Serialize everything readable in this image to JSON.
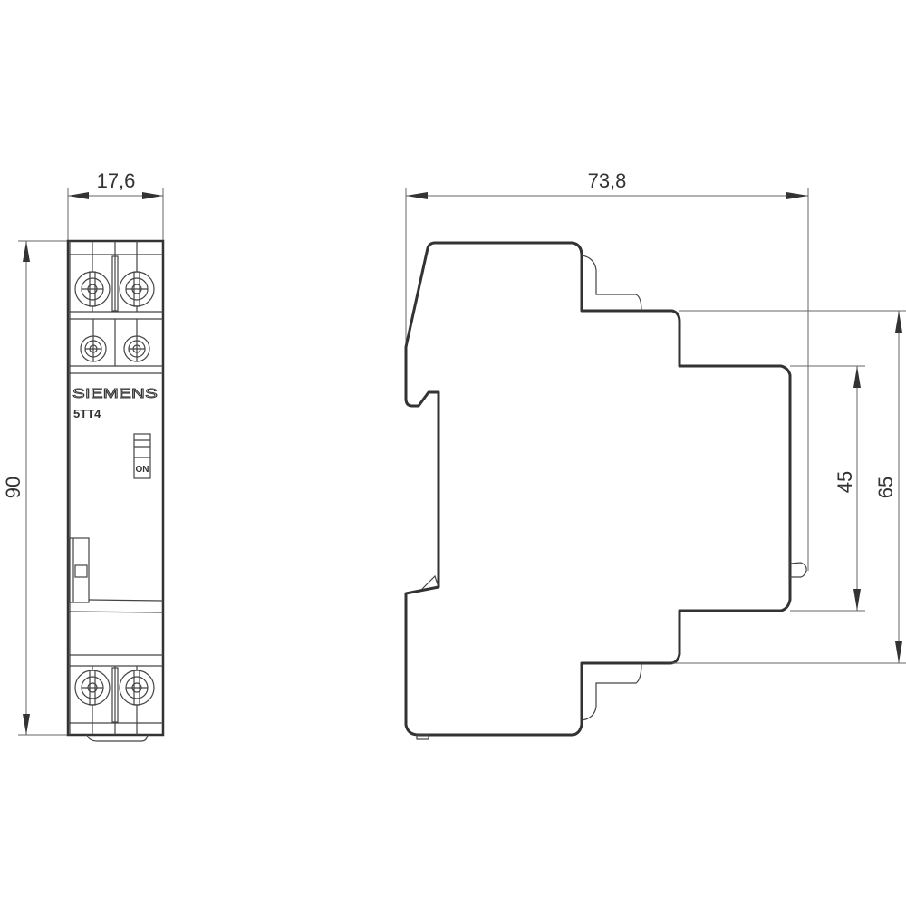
{
  "front_view": {
    "width_dimension": "17,6",
    "height_dimension": "90",
    "brand": "SIEMENS",
    "model": "5TT4",
    "switch_label": "ON",
    "terminals_top": 4,
    "terminals_bottom": 2
  },
  "side_view": {
    "depth_dimension": "73,8",
    "front_height_dimension": "45",
    "mid_height_dimension": "65"
  },
  "colors": {
    "line": "#333333",
    "dimension_line": "#666666",
    "background": "#ffffff"
  }
}
